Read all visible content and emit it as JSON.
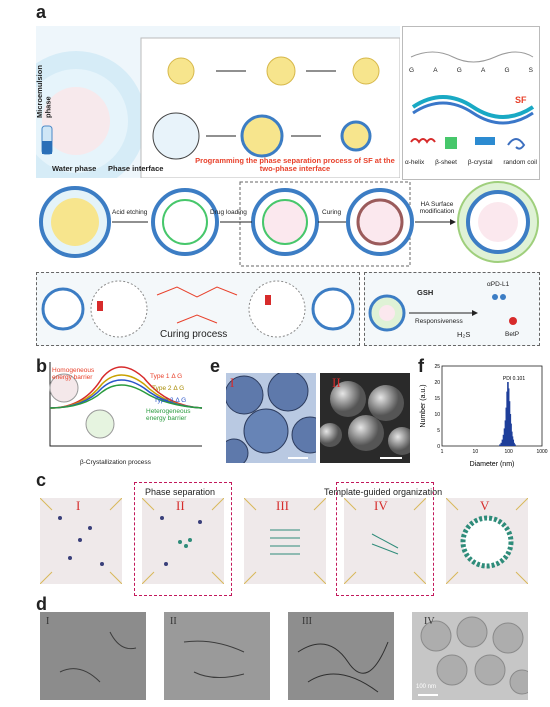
{
  "panels": {
    "a": {
      "letter": "a",
      "microemulsion_label": "Microemulsion phase",
      "water_phase_label": "Water phase",
      "phase_interface_label": "Phase interface",
      "programming_text": "Programming the phase separation process of SF at the two-phase interface",
      "sequence": [
        "G",
        "A",
        "G",
        "A",
        "G",
        "S"
      ],
      "sf_label": "SF",
      "structures": [
        "α-helix",
        "β-sheet",
        "β-crystal",
        "random coil"
      ],
      "steps": [
        "Acid etching",
        "Drug loading",
        "Curing",
        "HA Surface modification"
      ],
      "curing_process": "Curing process",
      "gsh": "GSH",
      "apd": "αPD-L1",
      "responsiveness": "Responsiveness",
      "h2s": "H₂S",
      "betp": "BetP"
    },
    "b": {
      "letter": "b",
      "homogeneous": "Homogeneous energy barrier",
      "type1": "Type 1   Δ G",
      "type2": "Type 2   Δ G",
      "type3": "Type 3   Δ G",
      "heterogeneous": "Heterogeneous energy barrier",
      "xlabel": "β-Crystallization process"
    },
    "e": {
      "letter": "e",
      "img1": "I",
      "img2": "II"
    },
    "f": {
      "letter": "f"
    },
    "c": {
      "letter": "c",
      "phase_separation": "Phase separation",
      "template_guided": "Template-guided organization",
      "labels": [
        "I",
        "II",
        "III",
        "IV",
        "V"
      ]
    },
    "d": {
      "letter": "d",
      "labels": [
        "I",
        "II",
        "III",
        "IV"
      ],
      "scale": "100 nm"
    }
  },
  "chart_data": {
    "type": "bar",
    "title": "",
    "xlabel": "Diameter (nm)",
    "ylabel": "Number (a.u.)",
    "annotation": "PDI 0.101",
    "x_scale": "log",
    "xlim": [
      1,
      1000
    ],
    "ylim": [
      0,
      25
    ],
    "xticks": [
      "1",
      "10",
      "100",
      "1000"
    ],
    "yticks": [
      "0",
      "5",
      "10",
      "15",
      "20",
      "25"
    ],
    "color": "#1f3f9a",
    "x": [
      55,
      60,
      65,
      70,
      75,
      80,
      85,
      90,
      95,
      100,
      106,
      112,
      118,
      124,
      130,
      137,
      145,
      155
    ],
    "values": [
      0.5,
      1,
      2,
      3.5,
      5.5,
      8,
      12,
      17,
      20,
      18,
      14,
      10,
      7,
      4.5,
      3,
      2,
      1,
      0.5
    ]
  }
}
